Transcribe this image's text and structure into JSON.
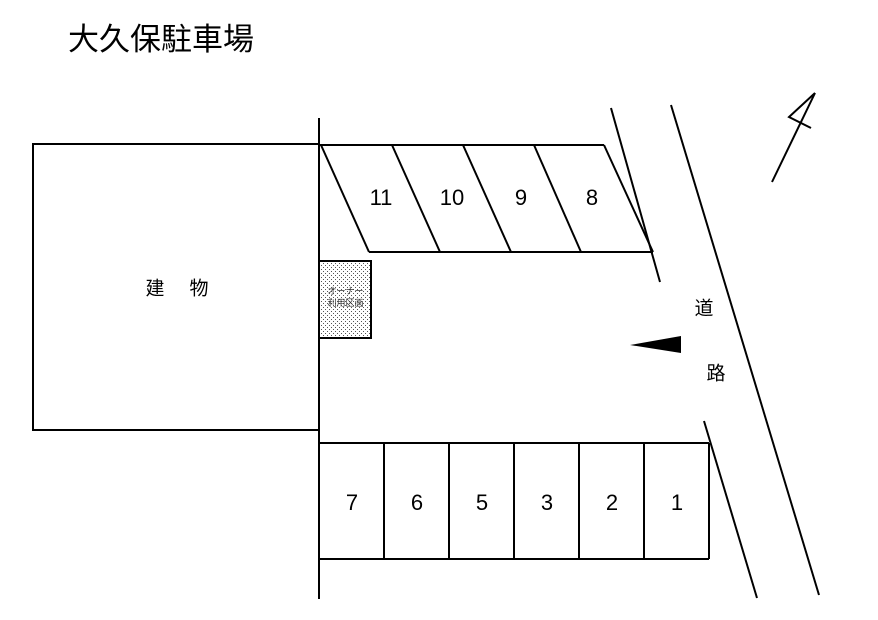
{
  "title": "大久保駐車場",
  "building": {
    "label_1": "建",
    "label_2": "物"
  },
  "owner_area": {
    "line_1": "オーナー",
    "line_2": "利用区画"
  },
  "road": {
    "label_1": "道",
    "label_2": "路"
  },
  "upper_stalls": [
    {
      "number": "11"
    },
    {
      "number": "10"
    },
    {
      "number": "9"
    },
    {
      "number": "8"
    }
  ],
  "lower_stalls": [
    {
      "number": "7"
    },
    {
      "number": "6"
    },
    {
      "number": "5"
    },
    {
      "number": "3"
    },
    {
      "number": "2"
    },
    {
      "number": "1"
    }
  ],
  "icons": {
    "north_arrow": "north-arrow-icon",
    "entrance_arrow": "entrance-arrow-icon"
  },
  "colors": {
    "line": "#000000",
    "background": "#ffffff",
    "owner_fill_dot": "#555555"
  }
}
